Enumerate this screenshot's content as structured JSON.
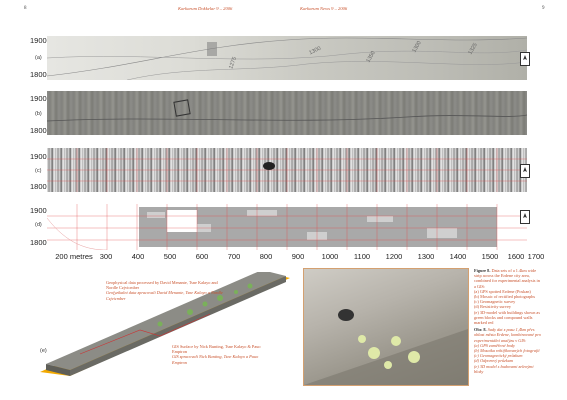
{
  "header": {
    "page_left": "8",
    "page_right": "9",
    "running_left": "Karkarum Dokkelar 9 – 2006",
    "running_right": "Karkarum News 9 – 2006"
  },
  "strips": [
    {
      "id": "a",
      "label": "(a)",
      "y_top": "1900",
      "y_bottom": "1800"
    },
    {
      "id": "b",
      "label": "(b)",
      "y_top": "1900",
      "y_bottom": "1800"
    },
    {
      "id": "c",
      "label": "(c)",
      "y_top": "1900",
      "y_bottom": "1800"
    },
    {
      "id": "d",
      "label": "(d)",
      "y_top": "1900",
      "y_bottom": "1800"
    }
  ],
  "contours": [
    "1300",
    "1275",
    "1350",
    "1300",
    "1325"
  ],
  "x_axis": [
    "200 metres",
    "300",
    "400",
    "500",
    "600",
    "700",
    "800",
    "900",
    "1000",
    "1100",
    "1200",
    "1300",
    "1400",
    "1500",
    "1600",
    "1700"
  ],
  "left_panel": {
    "label": "(e)",
    "caption1": "Geophysical data processed by David Menante, Tsne Kalayo and Nordle Czjvicmber",
    "caption1_sub": "Geofyzikalni data zpracovali David Menante, Tsne Kalayo a Nordle Czjvicmber",
    "caption2": "GIS Surface by Nick Bunting, Tsne Kalayo & Pauo Emptron",
    "caption2_sub": "GIS zpracovali Nick Bunting, Tsne Kalayo a Pauo Emptron"
  },
  "figure_caption": {
    "title": "Figure 8.",
    "text": "Data sets of a 1.4km wide strip across the Erdene city area, combined for experimental analysis in a GIS:",
    "items": [
      "(a) GPS spotted Erdene (Poskan)",
      "(b) Mosaic of rectified photographs",
      "(c) Geomagnetic survey",
      "(d) Resistivity survey",
      "(e) 3D-model with buildings shown as green blocks and compound walls marked red"
    ],
    "title_alt": "Obr. 8.",
    "text_alt": "Sady dat z pasu 1,4km přes oblast města Erdene, kombinované pro experimentální analýzu v GIS:",
    "items_alt": [
      "(a) GPS zaměřené body",
      "(b) Mozaika rektifikovaných fotografií",
      "(c) Geomagnetický průzkum",
      "(d) Odporový průzkum",
      "(e) 3D model s budovami zelenými bloky"
    ]
  }
}
